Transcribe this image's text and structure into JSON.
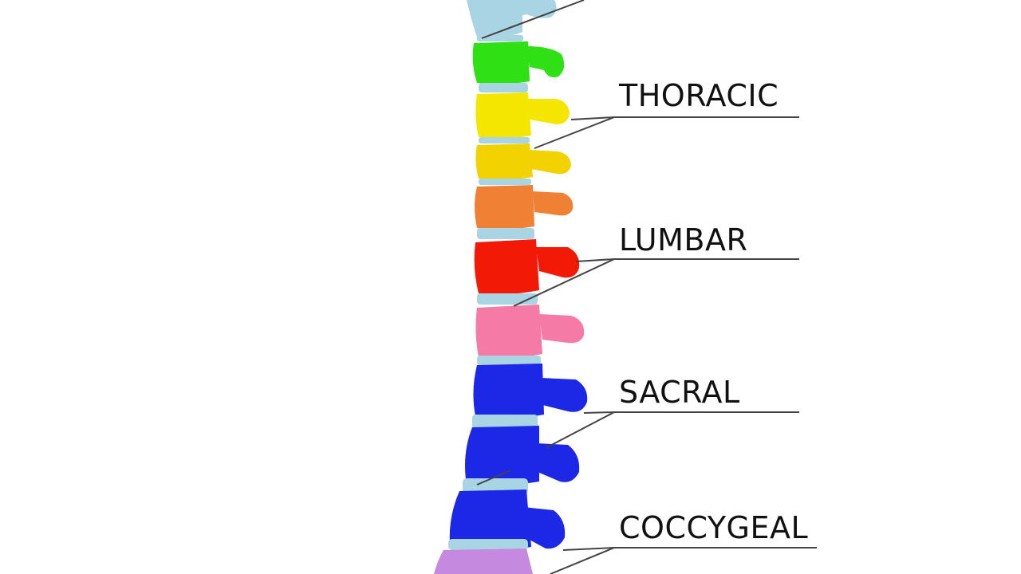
{
  "labels": {
    "thoracic": "THORACIC",
    "lumbar": "LUMBAR",
    "sacral": "SACRAL",
    "coccygeal": "COCCYGEAL"
  },
  "colors": {
    "background": "#ffffff",
    "text": "#111111",
    "leader_line": "#444444",
    "disc": "#a9d4e4",
    "cervical": "#a9d4e4",
    "green": "#2ee014",
    "yellow": "#f5e600",
    "yellow_dark": "#f2d200",
    "orange": "#f08034",
    "red": "#f21a06",
    "pink": "#f57aa6",
    "blue": "#1d28e6",
    "purple": "#c58ae0"
  }
}
